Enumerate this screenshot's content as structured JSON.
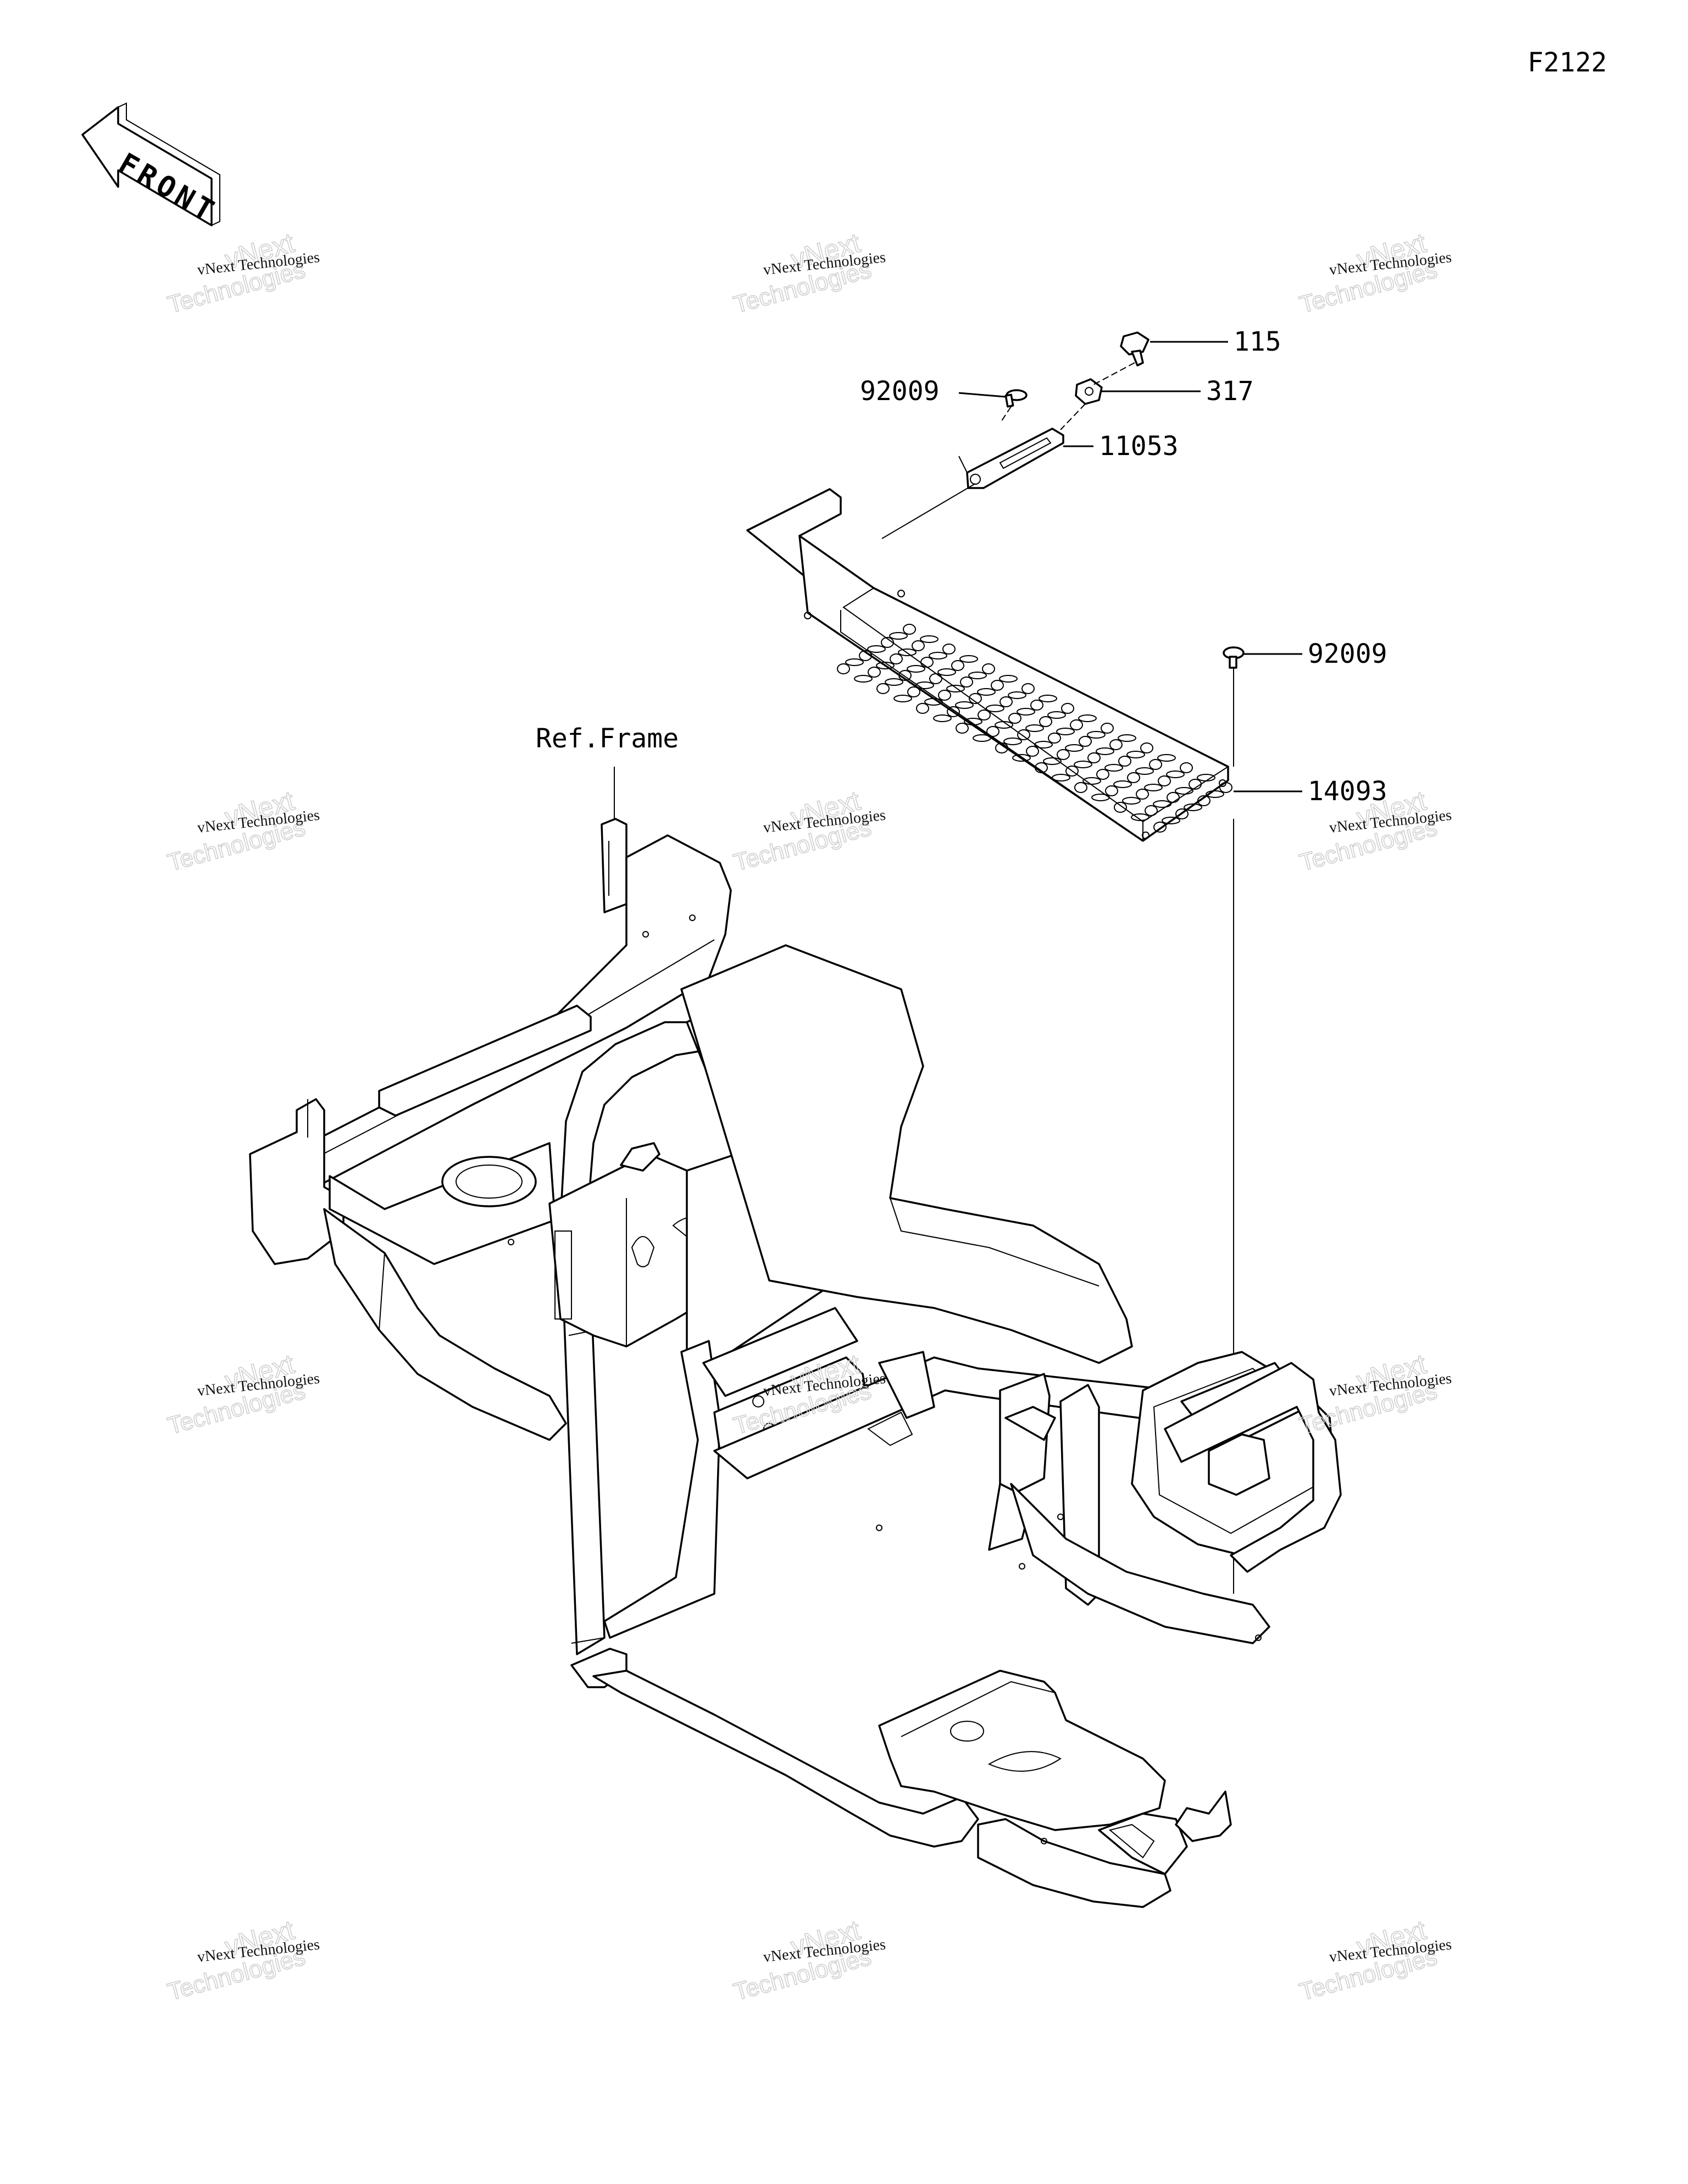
{
  "figure_code": "F2122",
  "front_arrow": {
    "text": "FRONT",
    "icon": "front-arrow-icon"
  },
  "reference": {
    "text": "Ref.Frame"
  },
  "callouts": [
    {
      "id": "c-115",
      "number": "115"
    },
    {
      "id": "c-317",
      "number": "317"
    },
    {
      "id": "c-92009-a",
      "number": "92009"
    },
    {
      "id": "c-11053",
      "number": "11053"
    },
    {
      "id": "c-92009-b",
      "number": "92009"
    },
    {
      "id": "c-14093",
      "number": "14093"
    }
  ],
  "watermark": {
    "line1": "vNext Technologies",
    "line2": "vNext",
    "line3": "Technologies"
  },
  "colors": {
    "ink": "#000000",
    "watermark": "#cfcfcf",
    "background": "#ffffff"
  }
}
